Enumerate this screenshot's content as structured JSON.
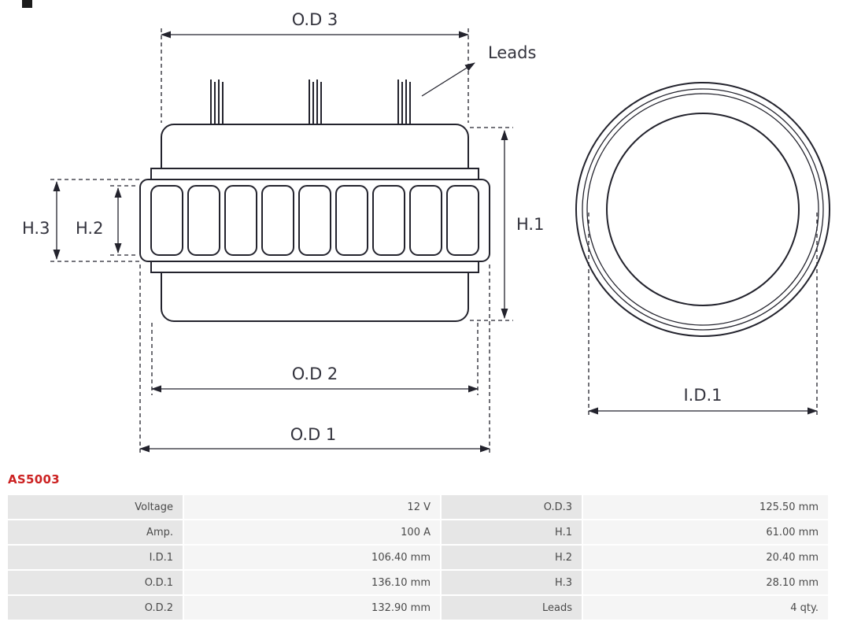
{
  "part_number": "AS5003",
  "colors": {
    "part_number_red": "#cc2222",
    "diagram_line": "#23232d",
    "table_label_bg": "#e6e6e6",
    "table_value_bg": "#f5f5f5"
  },
  "diagram": {
    "labels": {
      "od3": "O.D 3",
      "leads": "Leads",
      "h1": "H.1",
      "h2": "H.2",
      "h3": "H.3",
      "od2": "O.D 2",
      "od1": "O.D 1",
      "id1": "I.D.1"
    }
  },
  "table": {
    "rows": [
      [
        "Voltage",
        "12 V",
        "O.D.3",
        "125.50 mm"
      ],
      [
        "Amp.",
        "100 A",
        "H.1",
        "61.00 mm"
      ],
      [
        "I.D.1",
        "106.40 mm",
        "H.2",
        "20.40 mm"
      ],
      [
        "O.D.1",
        "136.10 mm",
        "H.3",
        "28.10 mm"
      ],
      [
        "O.D.2",
        "132.90 mm",
        "Leads",
        "4 qty."
      ]
    ]
  }
}
